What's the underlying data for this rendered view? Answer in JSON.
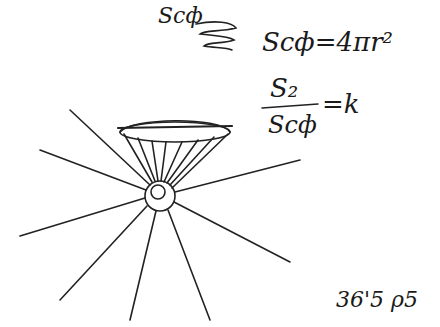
{
  "diagram": {
    "labels": [
      "Sсф",
      "Sсф=4πr²",
      "S₂",
      "Sсф",
      "=k",
      "36'5 ρ5"
    ]
  }
}
